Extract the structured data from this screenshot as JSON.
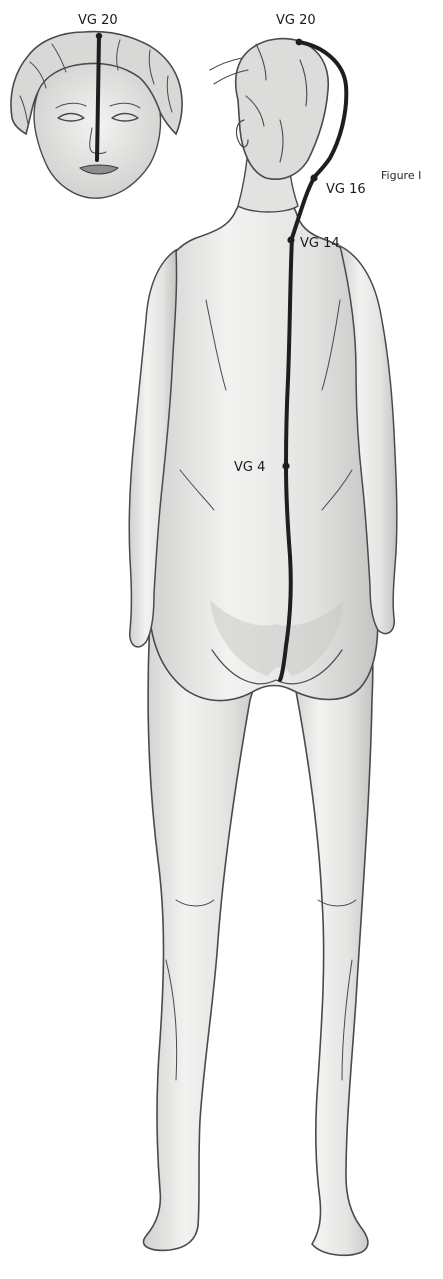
{
  "figure": {
    "caption": "Figure I"
  },
  "points": {
    "head_vg20": "VG 20",
    "body_vg20": "VG 20",
    "vg16": "VG 16",
    "vg14": "VG 14",
    "vg4": "VG 4"
  },
  "colors": {
    "meridian": "#1e1e1e",
    "body_fill": "#e9e9e7",
    "body_outline": "#4a4a4a",
    "shadow": "#bdbdbb",
    "background": "#ffffff"
  }
}
